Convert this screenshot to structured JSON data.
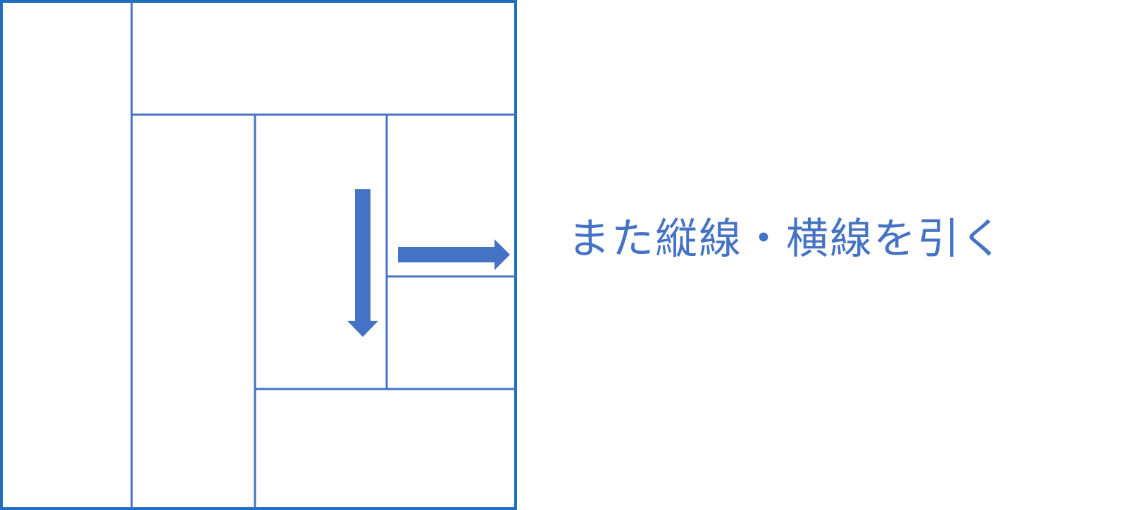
{
  "caption": {
    "text": "また縦線・横線を引く"
  },
  "colors": {
    "frame": "#1f6fbf",
    "grid_line": "#4472c4",
    "arrow": "#4472c4",
    "caption": "#4472c4",
    "background": "#ffffff"
  },
  "arrows": [
    {
      "name": "down-arrow",
      "direction": "down"
    },
    {
      "name": "right-arrow",
      "direction": "right"
    }
  ]
}
